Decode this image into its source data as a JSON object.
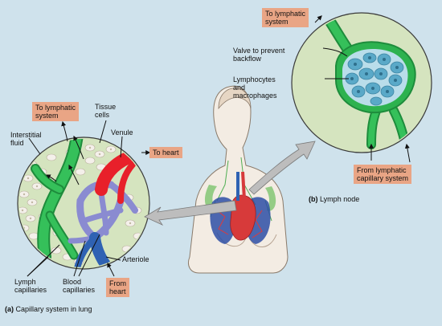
{
  "panel_a": {
    "caption_letter": "(a)",
    "caption_text": "Capillary system in lung",
    "to_lymphatic": "To lymphatic\nsystem",
    "tissue_cells": "Tissue\ncells",
    "interstitial_fluid": "Interstitial\nfluid",
    "venule": "Venule",
    "to_heart": "To heart",
    "arteriole": "Arteriole",
    "lymph_capillaries": "Lymph\ncapillaries",
    "blood_capillaries": "Blood\ncapillaries",
    "from_heart": "From\nheart"
  },
  "panel_b": {
    "caption_letter": "(b)",
    "caption_text": "Lymph node",
    "to_lymphatic": "To lymphatic\nsystem",
    "valve": "Valve to prevent\nbackflow",
    "lymphocytes": "Lymphocytes\nand\nmacrophages",
    "from_lymphatic": "From lymphatic\ncapillary system"
  },
  "colors": {
    "background": "#cfe2ec",
    "label_box": "#e9a585",
    "circle_fill": "#d5e4bf",
    "lymph_vessel": "#2db24f",
    "vein": "#e8202a",
    "capillary": "#8a8bd1",
    "artery": "#2f62b3",
    "node_cells": "#5aa9c8"
  }
}
